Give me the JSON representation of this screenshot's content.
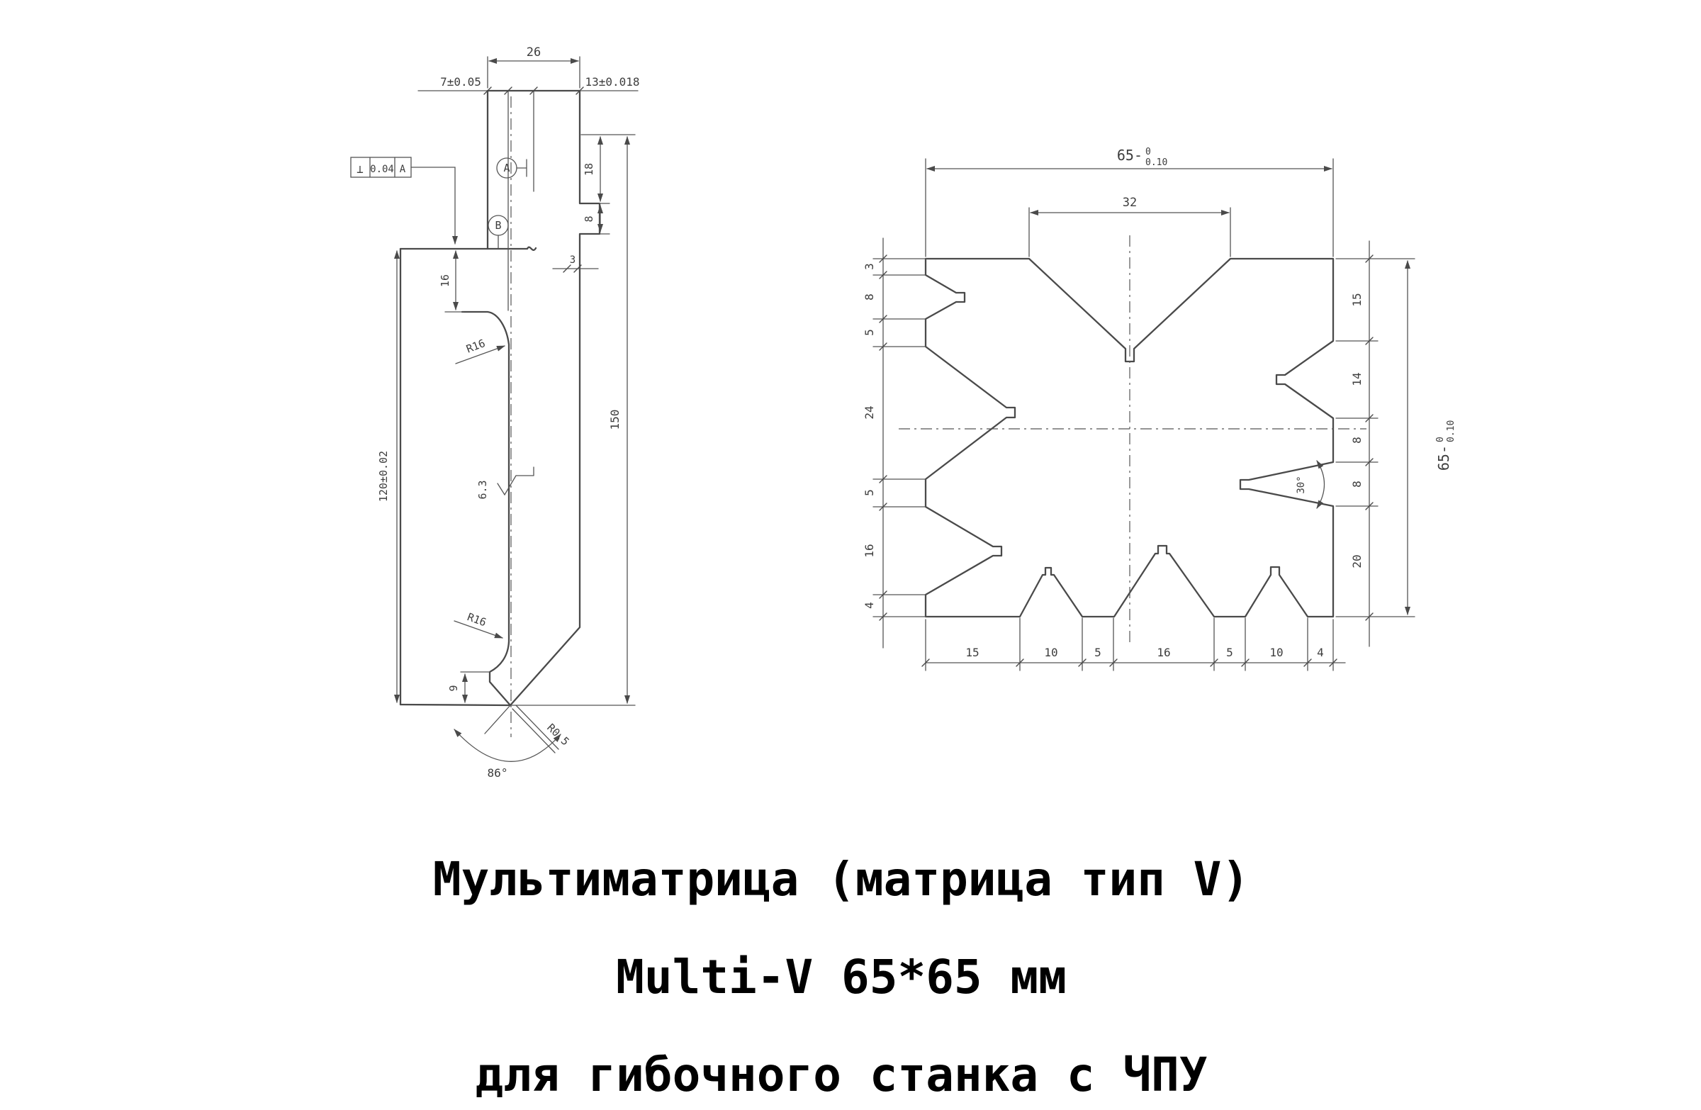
{
  "page": {
    "background": "#ffffff",
    "ink": "#4a4a4a"
  },
  "punch": {
    "dims": {
      "top_width": "26",
      "left_step": "7±0.05",
      "shank_width": "13±0.018",
      "tab_offset": "18",
      "tab_height": "8",
      "tab_depth": "3",
      "shoulder_depth": "16",
      "upper_radius": "R16",
      "total_height": "150",
      "working_height": "120±0.02",
      "lower_radius": "R16",
      "tip_offset": "9",
      "tip_angle": "86°",
      "tip_radius": "R0.5",
      "roughness": "6.3"
    },
    "gdt": {
      "symbol": "⊥",
      "tolerance": "0.04",
      "datum": "A"
    },
    "datum_a": "A",
    "datum_b": "B"
  },
  "die": {
    "width": {
      "nominal": "65-",
      "upper": "0",
      "lower": "0.10"
    },
    "height": {
      "nominal": "65-",
      "upper": "0",
      "lower": "0.10"
    },
    "top_v_width": "32",
    "left_dims": [
      "3",
      "8",
      "5",
      "24",
      "5",
      "16",
      "4"
    ],
    "right_dims": [
      "15",
      "14",
      "8",
      "8",
      "20"
    ],
    "bottom_dims": [
      "15",
      "10",
      "5",
      "16",
      "5",
      "10",
      "4"
    ],
    "small_v_angle": "30°"
  },
  "caption": {
    "line1": "Мультиматрица (матрица тип V)",
    "line2": "Multi-V 65*65 мм",
    "line3": "для гибочного станка с ЧПУ"
  }
}
